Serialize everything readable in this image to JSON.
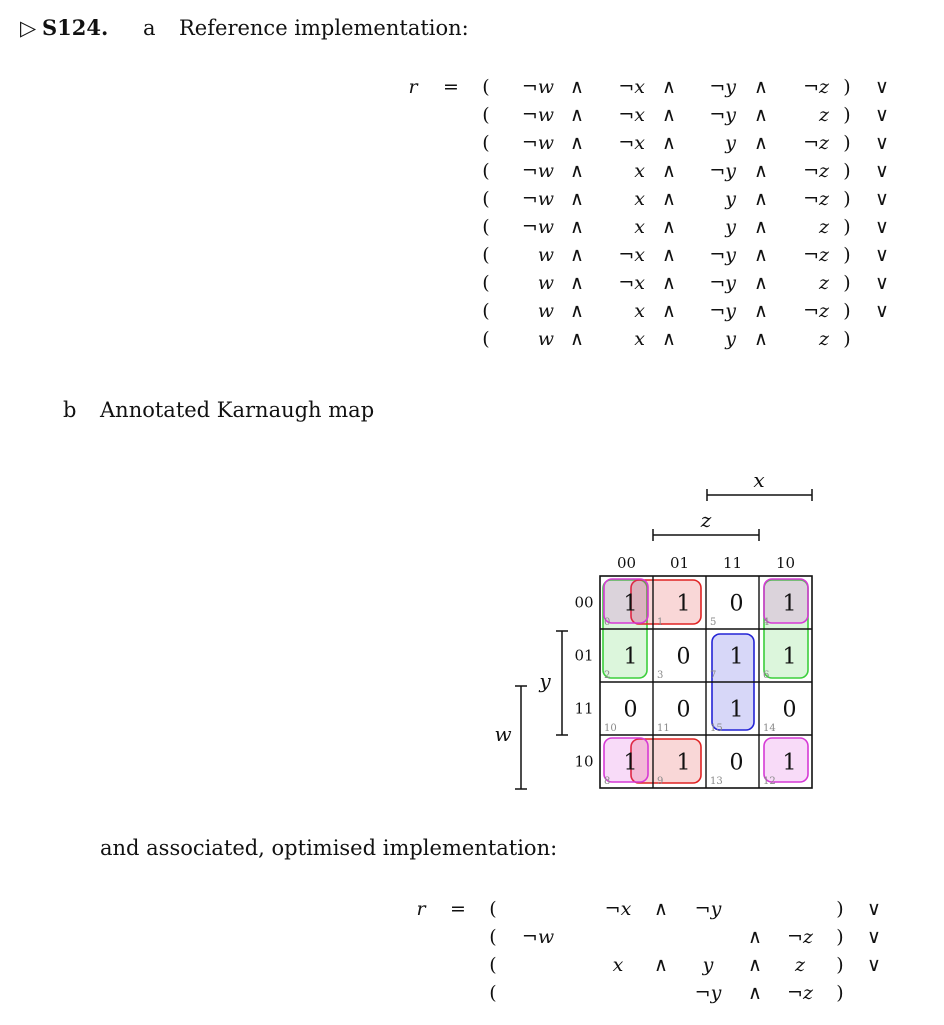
{
  "problem": {
    "marker": "▷",
    "id": "S124.",
    "part_a_label": "a",
    "part_a_title": "Reference implementation:",
    "part_b_label": "b",
    "part_b_title": "Annotated Karnaugh map",
    "optimised_caption": "and associated, optimised implementation:"
  },
  "reference": {
    "lhs": "r",
    "eq": "=",
    "open": "(",
    "close": ")",
    "and": "∧",
    "or": "∨",
    "rows": [
      [
        "¬w",
        "¬x",
        "¬y",
        "¬z"
      ],
      [
        "¬w",
        "¬x",
        "¬y",
        "z"
      ],
      [
        "¬w",
        "¬x",
        "y",
        "¬z"
      ],
      [
        "¬w",
        "x",
        "¬y",
        "¬z"
      ],
      [
        "¬w",
        "x",
        "y",
        "¬z"
      ],
      [
        "¬w",
        "x",
        "y",
        "z"
      ],
      [
        "w",
        "¬x",
        "¬y",
        "¬z"
      ],
      [
        "w",
        "¬x",
        "¬y",
        "z"
      ],
      [
        "w",
        "x",
        "¬y",
        "¬z"
      ],
      [
        "w",
        "x",
        "y",
        "z"
      ]
    ]
  },
  "kmap": {
    "col_var_top": "x",
    "col_var_mid": "z",
    "row_var_inner": "y",
    "row_var_outer": "w",
    "col_headers": [
      "00",
      "01",
      "11",
      "10"
    ],
    "row_headers": [
      "00",
      "01",
      "11",
      "10"
    ],
    "values": [
      [
        "1",
        "1",
        "0",
        "1"
      ],
      [
        "1",
        "0",
        "1",
        "1"
      ],
      [
        "0",
        "0",
        "1",
        "0"
      ],
      [
        "1",
        "1",
        "0",
        "1"
      ]
    ],
    "indices": [
      [
        "0",
        "1",
        "5",
        "4"
      ],
      [
        "2",
        "3",
        "7",
        "6"
      ],
      [
        "10",
        "11",
        "15",
        "14"
      ],
      [
        "8",
        "9",
        "13",
        "12"
      ]
    ],
    "group_colors": {
      "magenta": "#d63ad6",
      "red": "#e02424",
      "green": "#3ccf3c",
      "blue": "#2424d6"
    }
  },
  "optimised": {
    "lhs": "r",
    "eq": "=",
    "open": "(",
    "close": ")",
    "and": "∧",
    "or": "∨",
    "rows": [
      {
        "w": "",
        "x": "¬x",
        "y": "¬y",
        "z": "",
        "a1": "",
        "a2": "∧",
        "a3": ""
      },
      {
        "w": "¬w",
        "x": "",
        "y": "",
        "z": "¬z",
        "a1": "",
        "a2": "",
        "a3": "∧"
      },
      {
        "w": "",
        "x": "x",
        "y": "y",
        "z": "z",
        "a1": "",
        "a2": "∧",
        "a3": "∧"
      },
      {
        "w": "",
        "x": "",
        "y": "¬y",
        "z": "¬z",
        "a1": "",
        "a2": "",
        "a3": "∧"
      }
    ]
  }
}
